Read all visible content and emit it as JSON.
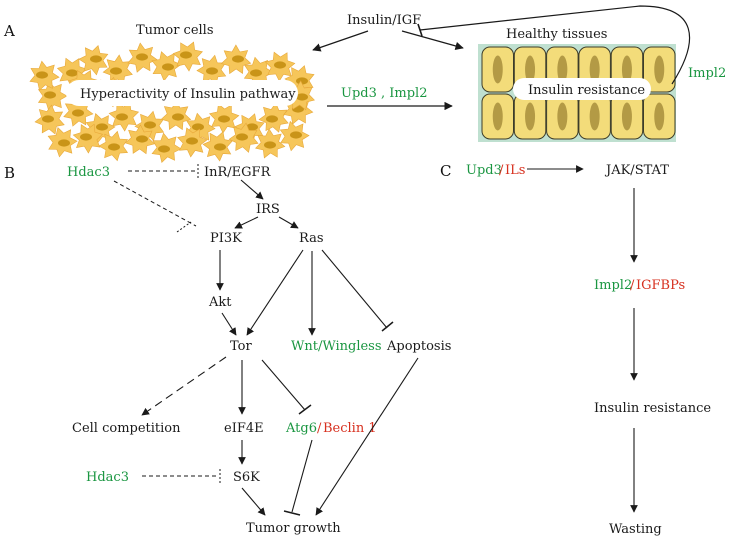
{
  "panel_a": {
    "label": "A",
    "tumor_title": "Tumor cells",
    "healthy_title": "Healthy tissues",
    "source": "Insulin/IGF",
    "tumor_caption": "Hyperactivity of Insulin pathway",
    "healthy_caption": "Insulin resistance",
    "signal_label": "Upd3 , Impl2",
    "feedback_label": "Impl2"
  },
  "panel_b": {
    "label": "B",
    "nodes": {
      "hdac3_top": "Hdac3",
      "inr": "InR/EGFR",
      "irs": "IRS",
      "pi3k": "PI3K",
      "ras": "Ras",
      "akt": "Akt",
      "tor": "Tor",
      "wnt": "Wnt/Wingless",
      "apoptosis": "Apoptosis",
      "cell_comp": "Cell competition",
      "eif4e": "eIF4E",
      "atg6": "Atg6",
      "slash": "/",
      "beclin": "Beclin 1",
      "hdac3_bottom": "Hdac3",
      "s6k": "S6K",
      "tumor_growth": "Tumor growth"
    }
  },
  "panel_c": {
    "label": "C",
    "upd3": "Upd3",
    "slash1": "/",
    "ils": "ILs",
    "jakstat": "JAK/STAT",
    "impl2": "Impl2",
    "slash2": "/",
    "igfbps": "IGFBPs",
    "insulin_res": "Insulin resistance",
    "wasting": "Wasting"
  },
  "colors": {
    "green": "#1a9641",
    "red": "#d7301f",
    "tumor_cell": "#f6c65a",
    "tumor_nucleus": "#c99418",
    "healthy_cell": "#f3dc7a",
    "healthy_nucleus": "#b39a45",
    "healthy_bg": "#bfe0d0"
  }
}
